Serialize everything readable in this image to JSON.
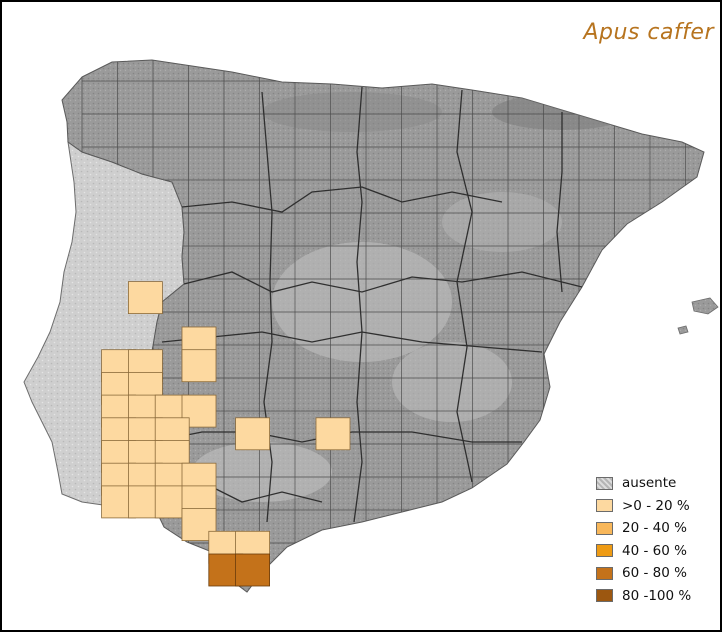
{
  "map": {
    "title": "Apus caffer",
    "colors": {
      "ausente_grid": "#969696",
      "relief_light": "#d6d6d6",
      "relief_dark": "#8f8f8f",
      "border": "#3d3d3d"
    },
    "occupied_cells_0_20": [
      "r8c3",
      "r10c5",
      "r11c2",
      "r11c3",
      "r11c5",
      "r12c2",
      "r12c3",
      "r13c2",
      "r13c3",
      "r13c4",
      "r13c5",
      "r14c2",
      "r14c3",
      "r14c4",
      "r14c7",
      "r14c10",
      "r15c2",
      "r15c3",
      "r15c4",
      "r16c2",
      "r16c3",
      "r16c4",
      "r16c5",
      "r17c2",
      "r17c3",
      "r17c4",
      "r17c5",
      "r18c5",
      "r19c6",
      "r19c7"
    ],
    "occupied_cells_60_80": [
      "r20c6",
      "r20c7"
    ]
  },
  "legend": {
    "items": [
      {
        "label": "ausente",
        "color": "#c8c8c8",
        "pattern": "dotted-gray"
      },
      {
        "label": ">0 - 20 %",
        "color": "#fdd9a0"
      },
      {
        "label": "20 - 40 %",
        "color": "#f8b75a"
      },
      {
        "label": "40 - 60 %",
        "color": "#ee9b14"
      },
      {
        "label": "60 - 80 %",
        "color": "#c4721a"
      },
      {
        "label": "80 -100 %",
        "color": "#9c5710"
      }
    ]
  }
}
